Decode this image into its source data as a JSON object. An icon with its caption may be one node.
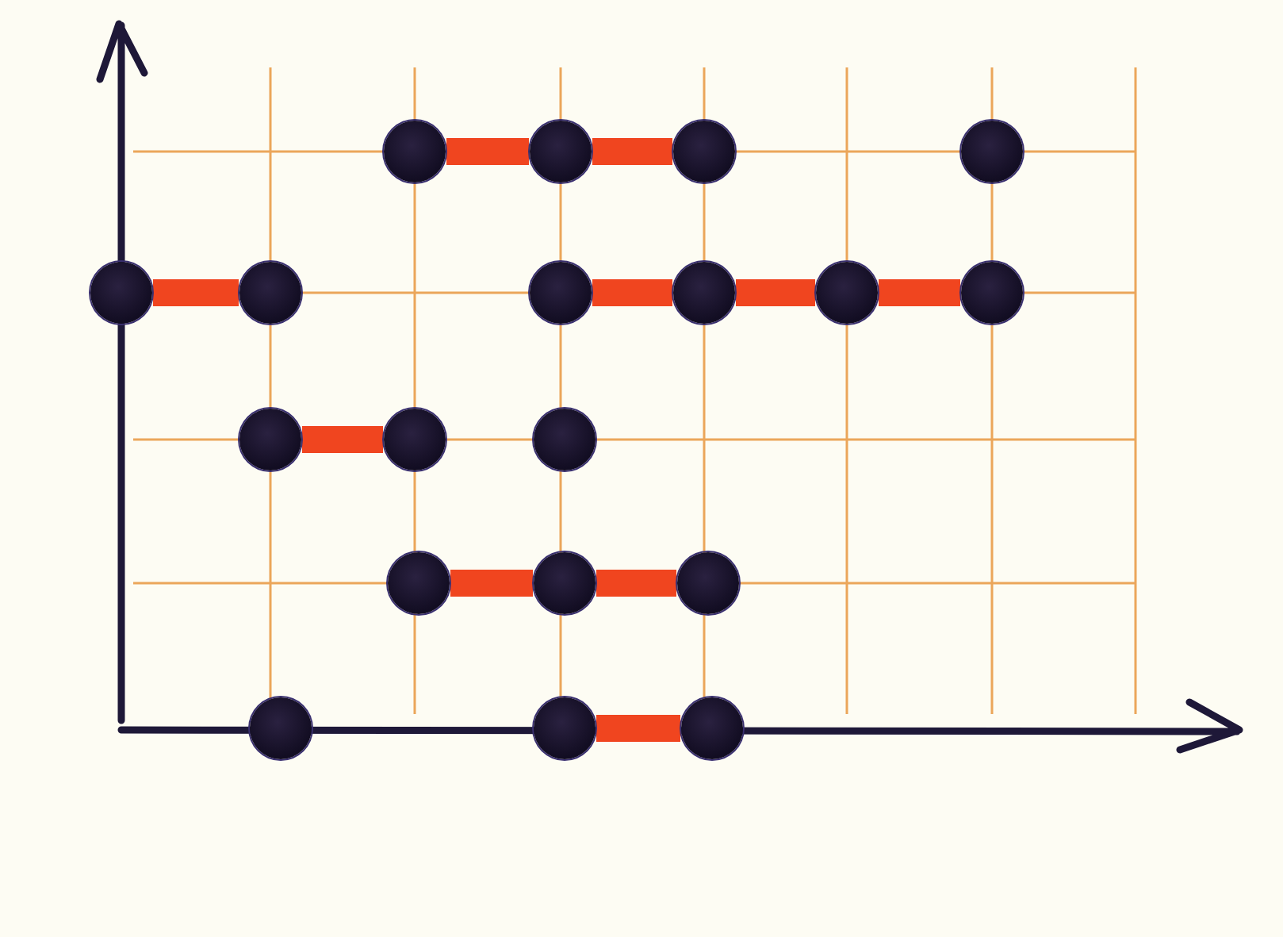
{
  "diagram": {
    "nodes": [
      {
        "text": [],
        "shape": "circle"
      },
      {
        "text": [],
        "shape": "circle"
      },
      {
        "text": [],
        "shape": "circle"
      },
      {
        "text": [],
        "shape": "circle"
      },
      {
        "text": [],
        "shape": "circle"
      },
      {
        "text": [],
        "shape": "circle"
      },
      {
        "text": [],
        "shape": "circle"
      },
      {
        "text": [],
        "shape": "circle"
      },
      {
        "text": [],
        "shape": "circle"
      },
      {
        "text": [],
        "shape": "circle"
      },
      {
        "text": [],
        "shape": "circle"
      },
      {
        "text": [],
        "shape": "circle"
      },
      {
        "text": [],
        "shape": "circle"
      },
      {
        "text": [],
        "shape": "circle"
      },
      {
        "text": [],
        "shape": "circle"
      },
      {
        "text": [],
        "shape": "circle"
      },
      {
        "text": [],
        "shape": "circle"
      },
      {
        "text": [],
        "shape": "circle"
      },
      {
        "text": [],
        "shape": "circle"
      }
    ],
    "edges": [
      {
        "from": 0,
        "to": 1,
        "arrow": "none"
      },
      {
        "from": 1,
        "to": 2,
        "arrow": "none"
      },
      {
        "from": 4,
        "to": 5,
        "arrow": "none"
      },
      {
        "from": 6,
        "to": 7,
        "arrow": "none"
      },
      {
        "from": 7,
        "to": 8,
        "arrow": "none"
      },
      {
        "from": 8,
        "to": 9,
        "arrow": "none"
      },
      {
        "from": 10,
        "to": 11,
        "arrow": "none"
      },
      {
        "from": 13,
        "to": 14,
        "arrow": "none"
      },
      {
        "from": 14,
        "to": 15,
        "arrow": "none"
      },
      {
        "from": 17,
        "to": 18,
        "arrow": "none"
      }
    ]
  }
}
